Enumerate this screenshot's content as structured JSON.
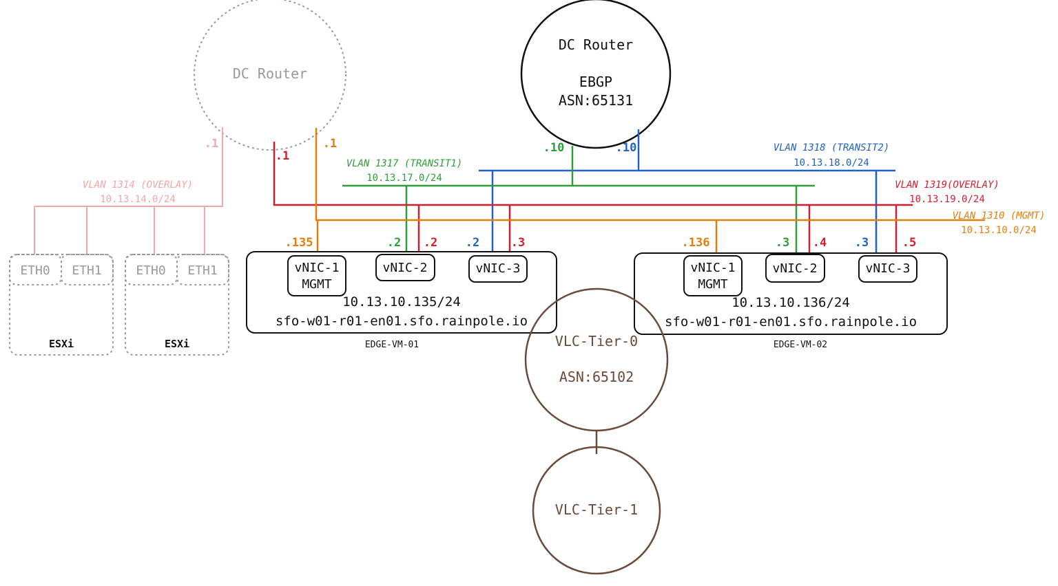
{
  "colors": {
    "green": "#2e9e3a",
    "blue": "#2161c0",
    "red": "#d11f2f",
    "orange": "#e37e0c",
    "pink": "#f2a7a7",
    "brown": "#6b4a3a",
    "gray": "#9a9a9a",
    "black": "#111111"
  },
  "dc_router_main": {
    "title": "DC Router",
    "protocol": "EBGP",
    "asn": "ASN:65131",
    "transit1_ip": ".10",
    "transit2_ip": ".10"
  },
  "dc_router_ghost": {
    "title": "DC Router",
    "overlay_ip": ".1",
    "red_ip": ".1",
    "orange_ip": ".1"
  },
  "vlans": {
    "overlay_ghost": {
      "name": "VLAN 1314 (OVERLAY)",
      "subnet": "10.13.14.0/24"
    },
    "transit1": {
      "name": "VLAN 1317 (TRANSIT1)",
      "subnet": "10.13.17.0/24"
    },
    "transit2": {
      "name": "VLAN 1318 (TRANSIT2)",
      "subnet": "10.13.18.0/24"
    },
    "overlay": {
      "name": "VLAN 1319(OVERLAY)",
      "subnet": "10.13.19.0/24"
    },
    "mgmt": {
      "name": "VLAN 1310 (MGMT)",
      "subnet": "10.13.10.0/24"
    }
  },
  "edge1": {
    "caption": "EDGE-VM-01",
    "mgmt_ip": "10.13.10.135/24",
    "fqdn": "sfo-w01-r01-en01.sfo.rainpole.io",
    "nic1_line1": "vNIC-1",
    "nic1_line2": "MGMT",
    "nic2": "vNIC-2",
    "nic3": "vNIC-3",
    "ip_mgmt": ".135",
    "ip_transit1": ".2",
    "ip_overlay_nic2": ".2",
    "ip_transit2": ".2",
    "ip_overlay_nic3": ".3"
  },
  "edge2": {
    "caption": "EDGE-VM-02",
    "mgmt_ip": "10.13.10.136/24",
    "fqdn": "sfo-w01-r01-en01.sfo.rainpole.io",
    "nic1_line1": "vNIC-1",
    "nic1_line2": "MGMT",
    "nic2": "vNIC-2",
    "nic3": "vNIC-3",
    "ip_mgmt": ".136",
    "ip_transit1": ".3",
    "ip_overlay_nic2": ".4",
    "ip_transit2": ".3",
    "ip_overlay_nic3": ".5"
  },
  "esxi_hosts": [
    {
      "label": "ESXi",
      "eth0": "ETH0",
      "eth1": "ETH1"
    },
    {
      "label": "ESXi",
      "eth0": "ETH0",
      "eth1": "ETH1"
    }
  ],
  "tier0": {
    "title": "VLC-Tier-0",
    "asn": "ASN:65102"
  },
  "tier1": {
    "title": "VLC-Tier-1"
  }
}
